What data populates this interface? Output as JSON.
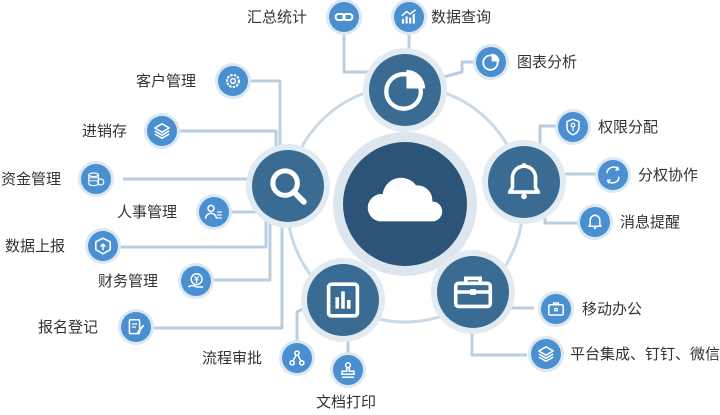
{
  "colors": {
    "hub": "#2b5478",
    "hub_ring": "#c9d7e4",
    "node": "#3a6c93",
    "leaf": "#4a8fd0",
    "connector": "#b9cfe1",
    "circle": "#c9d9e6",
    "text": "#333333"
  },
  "center": {
    "icon": "cloud-icon"
  },
  "groups": [
    {
      "id": "analysis",
      "icon": "pie-chart-icon"
    },
    {
      "id": "query",
      "icon": "search-icon"
    },
    {
      "id": "notify",
      "icon": "bell-icon"
    },
    {
      "id": "report",
      "icon": "bar-chart-icon"
    },
    {
      "id": "office",
      "icon": "toolbox-icon"
    }
  ],
  "features": [
    {
      "id": "summary",
      "label": "汇总统计",
      "icon": "link-icon"
    },
    {
      "id": "data-query",
      "label": "数据查询",
      "icon": "growth-chart-icon"
    },
    {
      "id": "chart-analysis",
      "label": "图表分析",
      "icon": "pie-chart-icon"
    },
    {
      "id": "customer",
      "label": "客户管理",
      "icon": "gear-icon"
    },
    {
      "id": "inventory",
      "label": "进销存",
      "icon": "layers-icon"
    },
    {
      "id": "funds",
      "label": "资金管理",
      "icon": "coins-icon"
    },
    {
      "id": "hr",
      "label": "人事管理",
      "icon": "user-list-icon"
    },
    {
      "id": "data-report",
      "label": "数据上报",
      "icon": "box-upload-icon"
    },
    {
      "id": "finance",
      "label": "财务管理",
      "icon": "yuan-hand-icon"
    },
    {
      "id": "signup",
      "label": "报名登记",
      "icon": "form-edit-icon"
    },
    {
      "id": "permission",
      "label": "权限分配",
      "icon": "shield-key-icon"
    },
    {
      "id": "collab",
      "label": "分权协作",
      "icon": "cycle-arrows-icon"
    },
    {
      "id": "reminder",
      "label": "消息提醒",
      "icon": "bell-icon"
    },
    {
      "id": "approval",
      "label": "流程审批",
      "icon": "flow-nodes-icon"
    },
    {
      "id": "print",
      "label": "文档打印",
      "icon": "stamp-icon"
    },
    {
      "id": "mobile",
      "label": "移动办公",
      "icon": "briefcase-icon"
    },
    {
      "id": "integration",
      "label": "平台集成、钉钉、微信",
      "icon": "layers-icon"
    }
  ]
}
